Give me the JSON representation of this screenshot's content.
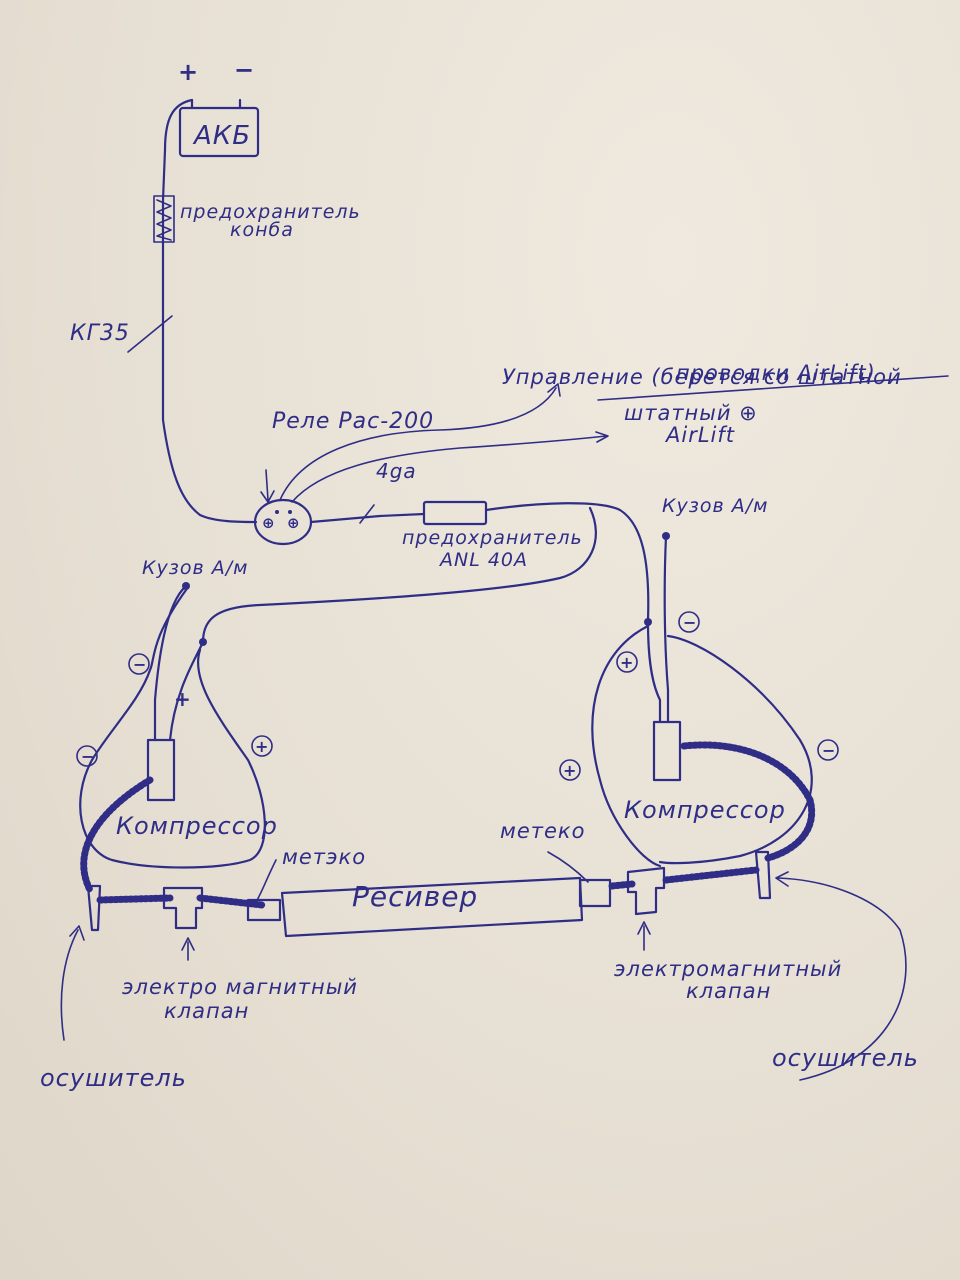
{
  "battery": {
    "label": "АКБ",
    "plus": "+",
    "minus": "−"
  },
  "fuse_top": {
    "line1": "предохранитель",
    "line2": "конба"
  },
  "cable": {
    "label": "КГ35"
  },
  "relay": {
    "label": "Реле Рас-200"
  },
  "wire_gauge": {
    "label": "4ga"
  },
  "fuse_anl": {
    "line1": "предохранитель",
    "line2": "ANL 40A"
  },
  "control": {
    "line1": "Управление (берется со штатной",
    "line2": "проводки AirLift)"
  },
  "stock_plus": {
    "line1": "штатный ⊕",
    "line2": "AirLift"
  },
  "ground_left": {
    "label": "Кузов А/м"
  },
  "ground_right": {
    "label": "Кузов А/м"
  },
  "compressor_left": {
    "label": "Компрессор"
  },
  "compressor_right": {
    "label": "Компрессор"
  },
  "receiver": {
    "label": "Ресивер"
  },
  "fitting_left": {
    "label": "метэко"
  },
  "fitting_right": {
    "label": "метеко"
  },
  "valve_left": {
    "line1": "электро магнитный",
    "line2": "клапан"
  },
  "valve_right": {
    "line1": "электромагнитный",
    "line2": "клапан"
  },
  "dryer_left": {
    "label": "осушитель"
  },
  "dryer_right": {
    "label": "осушитель"
  },
  "polarity": {
    "plus": "+",
    "minus": "−"
  }
}
